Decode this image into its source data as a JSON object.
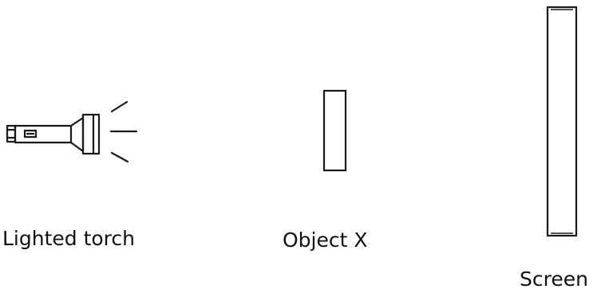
{
  "labels": {
    "torch": "Lighted torch",
    "object": "Object X",
    "screen": "Screen"
  },
  "icons": {
    "torch": "flashlight-icon",
    "light_rays": "light-rays-icon"
  },
  "colors": {
    "stroke": "#1a1a1a",
    "text": "#111111",
    "background": "#ffffff"
  }
}
